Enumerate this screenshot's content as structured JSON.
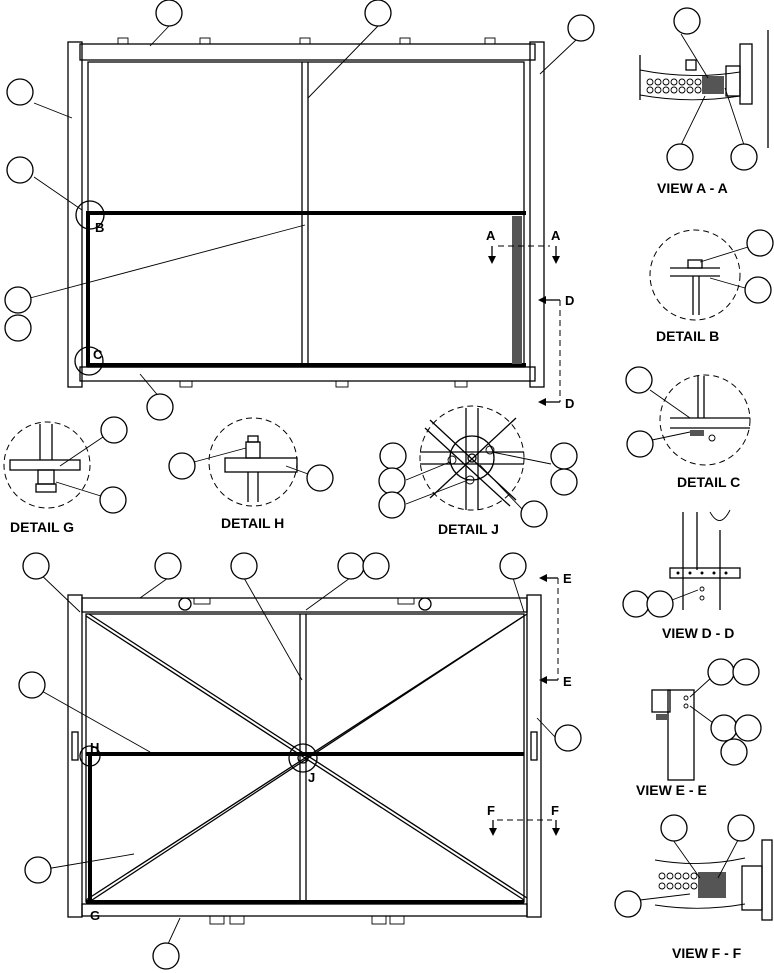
{
  "drawing": {
    "views": {
      "view_a": "VIEW A - A",
      "detail_b": "DETAIL B",
      "detail_c": "DETAIL C",
      "view_d": "VIEW D - D",
      "view_e": "VIEW E - E",
      "view_f": "VIEW F - F",
      "detail_g": "DETAIL G",
      "detail_h": "DETAIL H",
      "detail_j": "DETAIL J"
    },
    "markers": {
      "a": "A",
      "b": "B",
      "c": "C",
      "d": "D",
      "e": "E",
      "f": "F",
      "g": "G",
      "h": "H",
      "j": "J"
    }
  }
}
